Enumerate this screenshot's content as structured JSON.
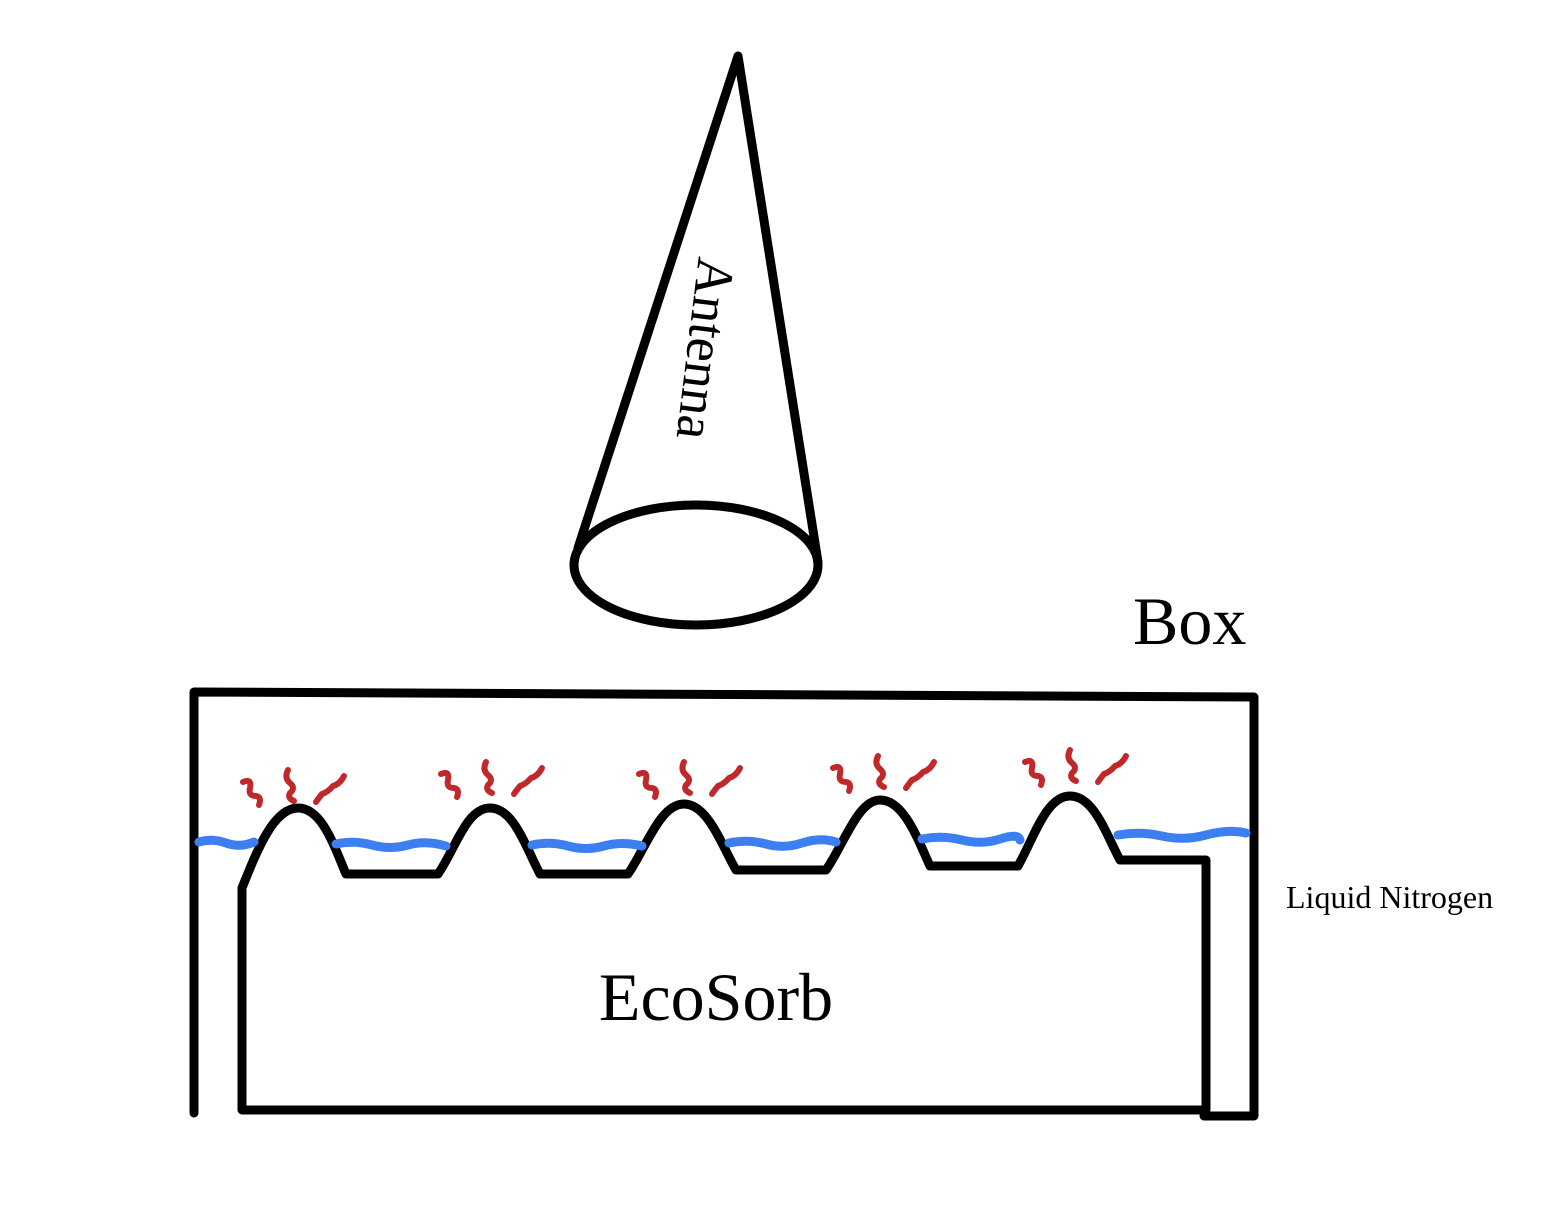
{
  "labels": {
    "antenna": "Antenna",
    "box": "Box",
    "ecosorb": "EcoSorb",
    "liquid_nitrogen": "Liquid Nitrogen"
  },
  "colors": {
    "outline": "#000000",
    "liquid_nitrogen": "#3b7ff0",
    "vapor": "#c0282a",
    "background": "#ffffff"
  }
}
